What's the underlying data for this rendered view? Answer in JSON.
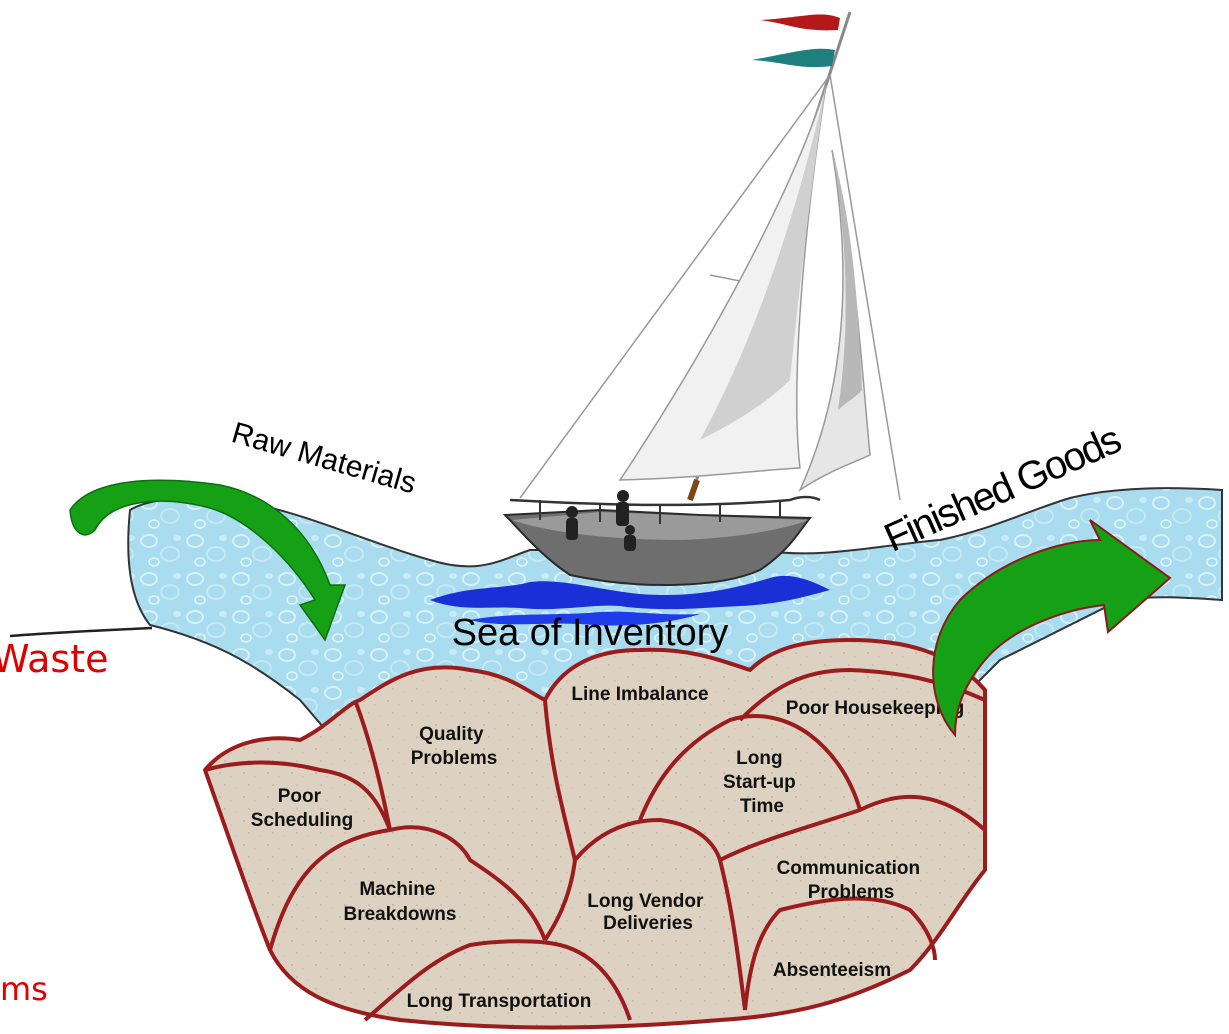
{
  "diagram": {
    "sea_label": "Sea of Inventory",
    "raw_materials_label": "Raw Materials",
    "finished_goods_label": "Finished Goods",
    "side_text": {
      "waste": "Waste",
      "problems": "ms"
    },
    "rocks": {
      "line_imbalance": "Line Imbalance",
      "poor_housekeeping": "Poor Housekeeping",
      "quality_problems": [
        "Quality",
        "Problems"
      ],
      "long_startup_time": [
        "Long",
        "Start-up",
        "Time"
      ],
      "poor_scheduling": [
        "Poor",
        "Scheduling"
      ],
      "communication_problems": [
        "Communication",
        "Problems"
      ],
      "machine_breakdowns": [
        "Machine",
        "Breakdowns"
      ],
      "long_vendor_deliveries": [
        "Long Vendor",
        "Deliveries"
      ],
      "absenteeism": "Absenteeism",
      "long_transportation": "Long Transportation"
    },
    "colors": {
      "sea": "#a8dcee",
      "rock_fill": "#ddd2c2",
      "rock_outline": "#9b1c1c",
      "arrow_green": "#16a016",
      "side_text": "#e00000",
      "flag_red": "#b51818",
      "flag_teal": "#1f7f7f"
    }
  }
}
